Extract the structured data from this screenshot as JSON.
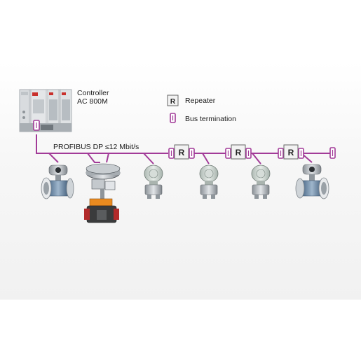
{
  "controller": {
    "label_line1": "Controller",
    "label_line2": "AC 800M"
  },
  "legend": {
    "repeater_symbol": "R",
    "repeater_label": "Repeater",
    "termination_label": "Bus termination"
  },
  "bus": {
    "label": "PROFIBUS DP ≤12 Mbit/s",
    "color": "#a23b98"
  },
  "repeaters": [
    {
      "symbol": "R"
    },
    {
      "symbol": "R"
    },
    {
      "symbol": "R"
    }
  ],
  "devices": [
    {
      "type": "electromagnetic-flowmeter"
    },
    {
      "type": "control-valve-positioner"
    },
    {
      "type": "pressure-transmitter"
    },
    {
      "type": "pressure-transmitter"
    },
    {
      "type": "pressure-transmitter"
    },
    {
      "type": "electromagnetic-flowmeter"
    }
  ]
}
